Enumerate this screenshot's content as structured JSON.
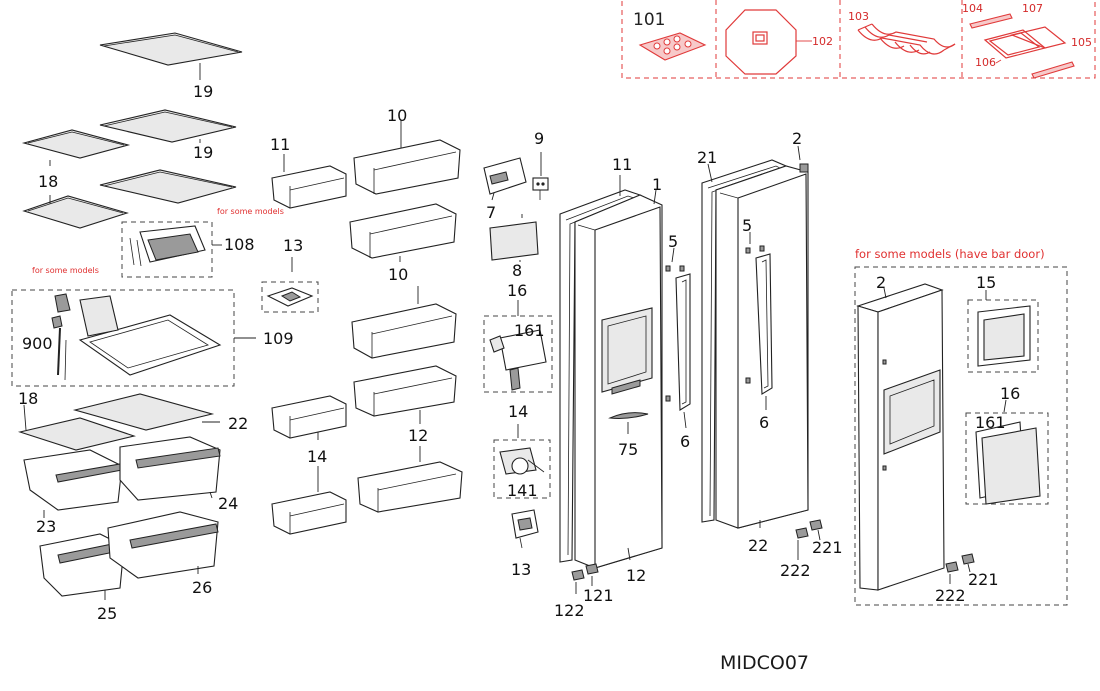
{
  "model_code": "MIDCO07",
  "notes": {
    "for_some_models_108": "for some models",
    "for_some_models_109": "for some models",
    "bar_door": "for some models (have bar door)"
  },
  "accessory_labels": [
    "101",
    "102",
    "103",
    "104",
    "107",
    "105",
    "106"
  ],
  "left_labels": [
    "19",
    "19",
    "18",
    "18",
    "108",
    "109",
    "900",
    "22",
    "23",
    "24",
    "25",
    "26"
  ],
  "middle_labels": [
    "11",
    "10",
    "10",
    "13",
    "12",
    "14"
  ],
  "dispenser_labels": [
    "9",
    "7",
    "8",
    "16",
    "161",
    "14",
    "141",
    "13"
  ],
  "door_labels": [
    "11",
    "1",
    "5",
    "75",
    "6",
    "12",
    "122",
    "121",
    "21",
    "2",
    "5",
    "6",
    "22",
    "222",
    "221"
  ],
  "bar_door_labels": [
    "2",
    "15",
    "16",
    "161",
    "222",
    "221"
  ],
  "colors": {
    "accent_red": "#e03a3a",
    "line": "#222222"
  }
}
